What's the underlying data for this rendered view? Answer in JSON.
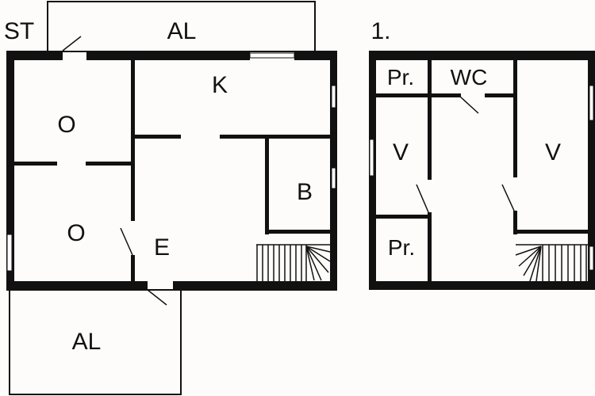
{
  "ground_floor": {
    "labels": {
      "st": "ST",
      "balcony_top": "AL",
      "kitchen": "K",
      "room_top_left": "O",
      "room_bottom_left": "O",
      "bathroom": "B",
      "entrance": "E",
      "balcony_bottom": "AL"
    }
  },
  "first_floor": {
    "title": "1.",
    "labels": {
      "storage_top": "Pr.",
      "wc": "WC",
      "room_left": "V",
      "room_right": "V",
      "storage_bottom": "Pr."
    }
  },
  "colors": {
    "wall": "#111111",
    "background": "#fdfcfa"
  }
}
